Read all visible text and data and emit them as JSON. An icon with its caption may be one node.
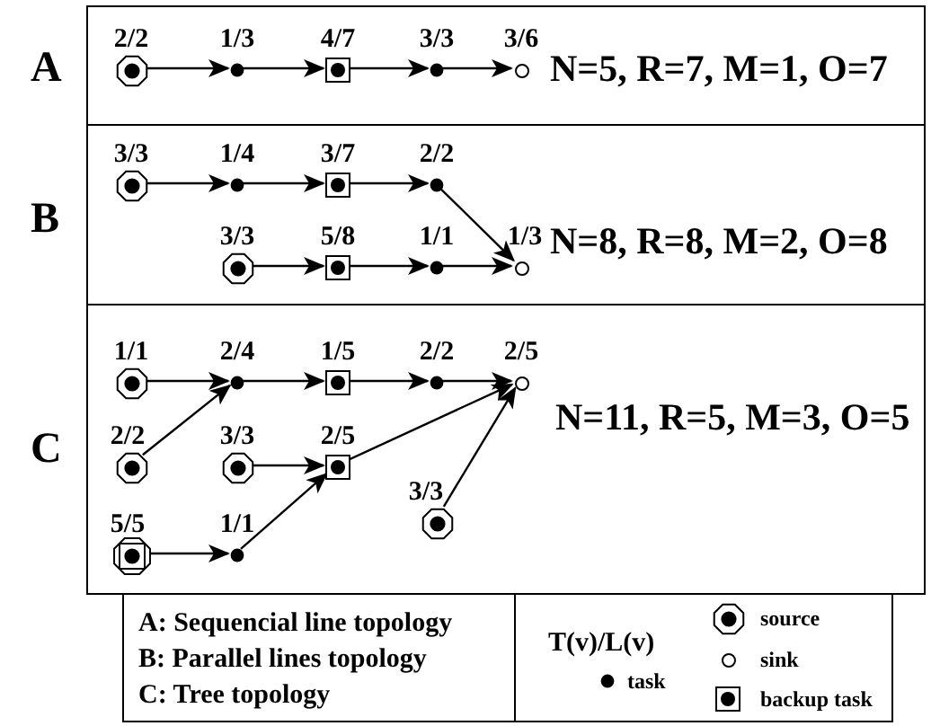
{
  "diagram": {
    "nodes": [
      {
        "text": [
          "A",
          "N=5, R=7, M=1, O=7"
        ]
      },
      {
        "text": [],
        "shape": "octagon",
        "beside": [
          "2/2"
        ],
        "in": 0
      },
      {
        "text": [],
        "shape": "dot",
        "beside": [
          "1/3"
        ],
        "in": 0
      },
      {
        "text": [],
        "shape": "square",
        "beside": [
          "4/7"
        ],
        "in": 0
      },
      {
        "text": [],
        "shape": "dot",
        "beside": [
          "3/3"
        ],
        "in": 0
      },
      {
        "text": [],
        "shape": "circle",
        "beside": [
          "3/6"
        ],
        "in": 0
      },
      {
        "text": [
          "B",
          "N=8, R=8, M=2, O=8"
        ]
      },
      {
        "text": [],
        "shape": "octagon",
        "beside": [
          "3/3"
        ],
        "in": 6
      },
      {
        "text": [],
        "shape": "dot",
        "beside": [
          "1/4"
        ],
        "in": 6
      },
      {
        "text": [],
        "shape": "square",
        "beside": [
          "3/7"
        ],
        "in": 6
      },
      {
        "text": [],
        "shape": "dot",
        "beside": [
          "2/2"
        ],
        "in": 6
      },
      {
        "text": [],
        "shape": "octagon",
        "beside": [
          "3/3"
        ],
        "in": 6
      },
      {
        "text": [],
        "shape": "square",
        "beside": [
          "5/8"
        ],
        "in": 6
      },
      {
        "text": [],
        "shape": "dot",
        "beside": [
          "1/1"
        ],
        "in": 6
      },
      {
        "text": [],
        "shape": "circle",
        "beside": [
          "1/3"
        ],
        "in": 6
      },
      {
        "text": [
          "C",
          "N=11, R=5, M=3, O=5"
        ]
      },
      {
        "text": [],
        "shape": "octagon",
        "beside": [
          "1/1"
        ],
        "in": 15
      },
      {
        "text": [],
        "shape": "dot",
        "beside": [
          "2/4"
        ],
        "in": 15
      },
      {
        "text": [],
        "shape": "square",
        "beside": [
          "1/5"
        ],
        "in": 15
      },
      {
        "text": [],
        "shape": "dot",
        "beside": [
          "2/2"
        ],
        "in": 15
      },
      {
        "text": [],
        "shape": "circle",
        "beside": [
          "2/5"
        ],
        "in": 15
      },
      {
        "text": [],
        "shape": "octagon",
        "beside": [
          "2/2"
        ],
        "in": 15
      },
      {
        "text": [],
        "shape": "octagon",
        "beside": [
          "3/3"
        ],
        "in": 15
      },
      {
        "text": [],
        "shape": "square",
        "beside": [
          "2/5"
        ],
        "in": 15
      },
      {
        "text": [],
        "shape": "octagon",
        "beside": [
          "3/3"
        ],
        "in": 15
      },
      {
        "text": [],
        "shape": "octagon-square",
        "beside": [
          "5/5"
        ],
        "in": 15
      },
      {
        "text": [],
        "shape": "dot",
        "beside": [
          "1/1"
        ],
        "in": 15
      }
    ],
    "edges": [
      {
        "from": 1,
        "to": 2,
        "arrow": "to"
      },
      {
        "from": 2,
        "to": 3,
        "arrow": "to"
      },
      {
        "from": 3,
        "to": 4,
        "arrow": "to"
      },
      {
        "from": 4,
        "to": 5,
        "arrow": "to"
      },
      {
        "from": 7,
        "to": 8,
        "arrow": "to"
      },
      {
        "from": 8,
        "to": 9,
        "arrow": "to"
      },
      {
        "from": 9,
        "to": 10,
        "arrow": "to"
      },
      {
        "from": 10,
        "to": 14,
        "arrow": "to"
      },
      {
        "from": 11,
        "to": 12,
        "arrow": "to"
      },
      {
        "from": 12,
        "to": 13,
        "arrow": "to"
      },
      {
        "from": 13,
        "to": 14,
        "arrow": "to"
      },
      {
        "from": 16,
        "to": 17,
        "arrow": "to"
      },
      {
        "from": 17,
        "to": 18,
        "arrow": "to"
      },
      {
        "from": 18,
        "to": 19,
        "arrow": "to"
      },
      {
        "from": 19,
        "to": 20,
        "arrow": "to"
      },
      {
        "from": 21,
        "to": 17,
        "arrow": "to"
      },
      {
        "from": 22,
        "to": 23,
        "arrow": "to"
      },
      {
        "from": 25,
        "to": 26,
        "arrow": "to"
      },
      {
        "from": 26,
        "to": 23,
        "arrow": "to"
      },
      {
        "from": 23,
        "to": 20,
        "arrow": "to"
      },
      {
        "from": 24,
        "to": 20,
        "arrow": "to"
      }
    ],
    "labels": [
      "A: Sequencial line topology",
      "B: Parallel lines topology",
      "C: Tree topology",
      "T(v)/L(v)"
    ],
    "legend": [
      {
        "text": "source"
      },
      {
        "text": "sink"
      },
      {
        "text": "task"
      },
      {
        "text": "backup task"
      }
    ]
  }
}
